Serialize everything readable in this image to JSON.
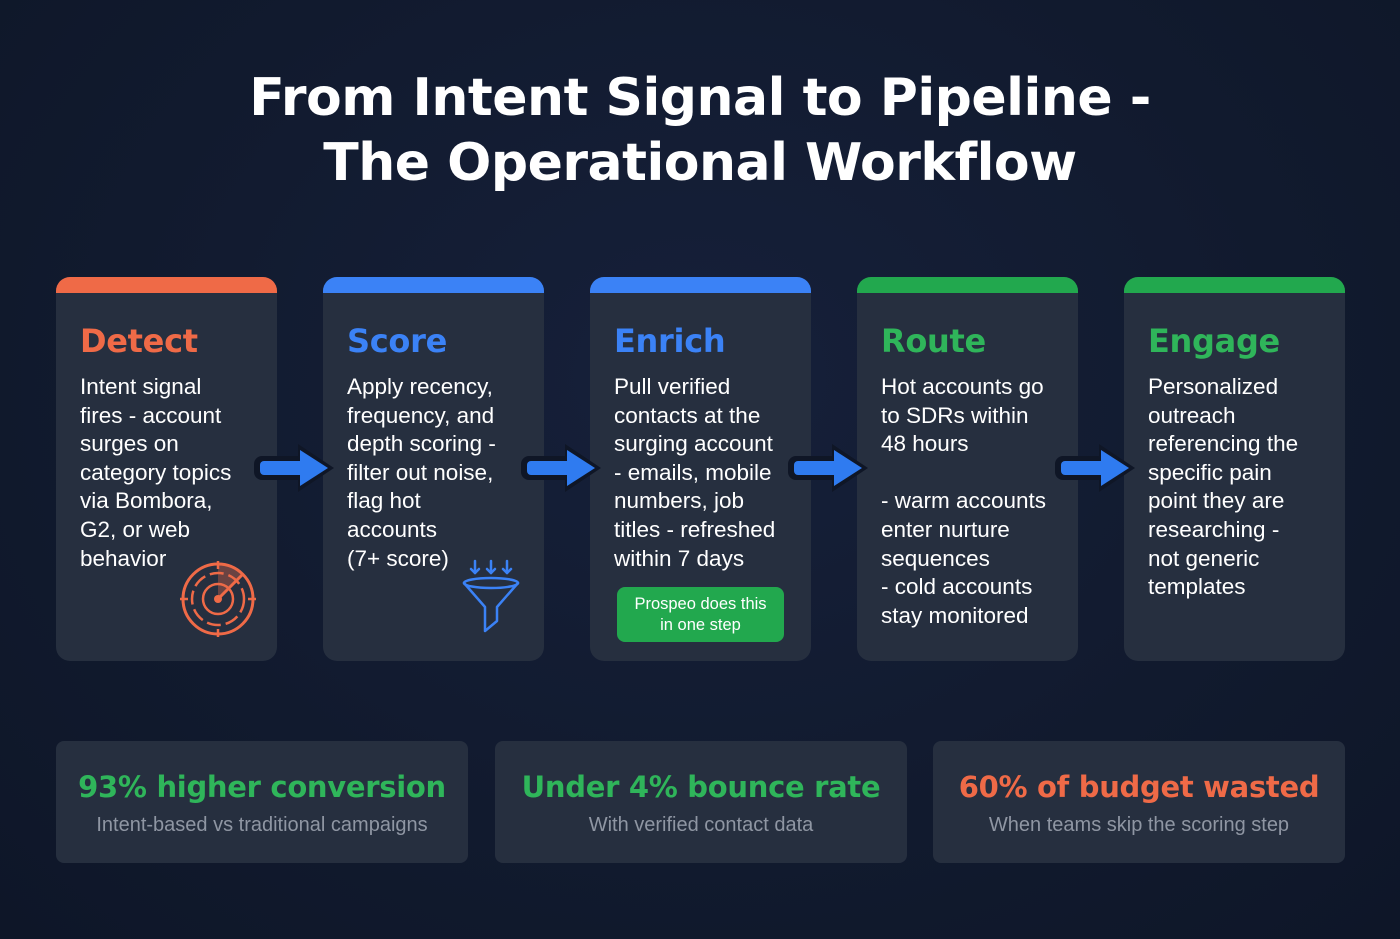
{
  "title": {
    "line1": "From Intent Signal to Pipeline -",
    "line2": "The Operational Workflow"
  },
  "colors": {
    "background": "#111a2e",
    "card": "#262f3f",
    "orange": "#ef6a47",
    "blue": "#3b82f6",
    "green": "#22a84e",
    "green_text": "#2fb55a",
    "muted": "#8f96a3"
  },
  "steps": [
    {
      "title": "Detect",
      "accent": "orange",
      "lines": [
        "Intent signal",
        "fires - account",
        "surges on",
        "category topics",
        "via Bombora,",
        "G2, or web",
        "behavior"
      ],
      "icon": "radar-icon"
    },
    {
      "title": "Score",
      "accent": "blue",
      "lines": [
        "Apply recency,",
        "frequency, and",
        "depth scoring -",
        "filter out noise,",
        "flag hot",
        "accounts",
        "(7+ score)"
      ],
      "icon": "funnel-filter-icon"
    },
    {
      "title": "Enrich",
      "accent": "blue",
      "lines": [
        "Pull verified",
        "contacts at the",
        "surging account",
        "- emails, mobile",
        "numbers, job",
        "titles - refreshed",
        "within 7 days"
      ],
      "badge": {
        "line1": "Prospeo does this",
        "line2": "in one step"
      }
    },
    {
      "title": "Route",
      "accent": "green",
      "lines": [
        "Hot accounts go",
        "to SDRs within",
        "48 hours",
        "",
        "- warm accounts",
        "enter nurture",
        "sequences",
        "- cold accounts",
        "stay monitored"
      ]
    },
    {
      "title": "Engage",
      "accent": "green",
      "lines": [
        "Personalized",
        "outreach",
        "referencing the",
        "specific pain",
        "point they are",
        "researching -",
        "not generic",
        "templates"
      ]
    }
  ],
  "arrows": [
    "arrow-right-icon",
    "arrow-right-icon",
    "arrow-right-icon",
    "arrow-right-icon"
  ],
  "stats": [
    {
      "value": "93% higher conversion",
      "caption": "Intent-based vs traditional campaigns",
      "accent": "green"
    },
    {
      "value": "Under 4% bounce rate",
      "caption": "With verified contact data",
      "accent": "green"
    },
    {
      "value": "60% of budget wasted",
      "caption": "When teams skip the scoring step",
      "accent": "orange"
    }
  ]
}
